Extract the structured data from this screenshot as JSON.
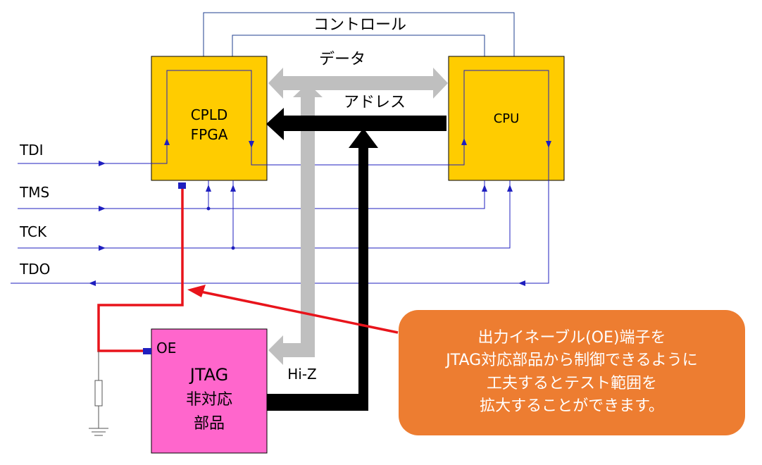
{
  "blocks": {
    "cpld": {
      "line1": "CPLD",
      "line2": "FPGA",
      "fill": "#FFCC00"
    },
    "cpu": {
      "label": "CPU",
      "fill": "#FFCC00"
    },
    "jtag": {
      "line1": "JTAG",
      "line2": "非対応",
      "line3": "部品",
      "fill": "#FF66CC"
    }
  },
  "buses": {
    "control": "コントロール",
    "data": "データ",
    "address": "アドレス",
    "hiz": "Hi-Z",
    "oe": "OE"
  },
  "signals": {
    "tdi": "TDI",
    "tms": "TMS",
    "tck": "TCK",
    "tdo": "TDO"
  },
  "callout": {
    "line1": "出力イネーブル(OE)端子を",
    "line2": "JTAG対応部品から制御できるように",
    "line3": "工夫するとテスト範囲を",
    "line4": "拡大することができます。",
    "fill": "#ED7D31"
  },
  "colors": {
    "scan_line": "#1F1FBF",
    "oe_line": "#E8141B",
    "data_bus": "#BFBFBF",
    "address_bus": "#000000",
    "outline": "#000000"
  }
}
